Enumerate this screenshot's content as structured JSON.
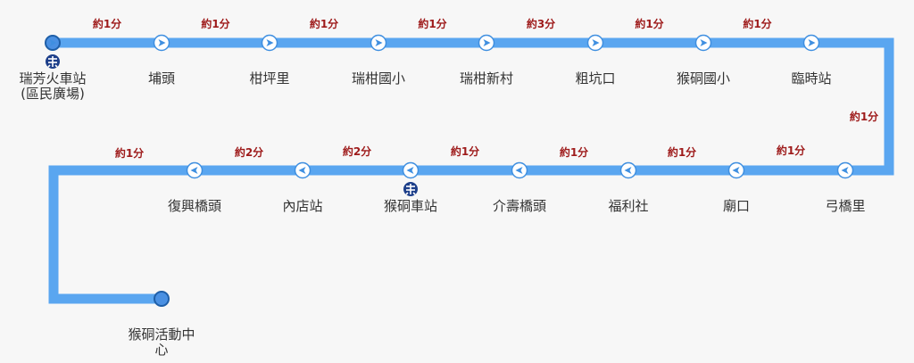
{
  "colors": {
    "route_line": "#5aa6f0",
    "node_fill": "#ffffff",
    "node_stroke": "#3f8fe0",
    "terminal_fill": "#4a90e2",
    "terminal_stroke": "#1f5fa8",
    "time_text": "#9e1b1b",
    "stop_text": "#333333",
    "train_icon": "#1d3f8a"
  },
  "stops": [
    {
      "name": "瑞芳火車站\n(區民廣場)",
      "type": "terminal",
      "direction": "right",
      "train_station": true
    },
    {
      "name": "埔頭",
      "type": "stop",
      "direction": "right"
    },
    {
      "name": "柑坪里",
      "type": "stop",
      "direction": "right"
    },
    {
      "name": "瑞柑國小",
      "type": "stop",
      "direction": "right"
    },
    {
      "name": "瑞柑新村",
      "type": "stop",
      "direction": "right"
    },
    {
      "name": "粗坑口",
      "type": "stop",
      "direction": "right"
    },
    {
      "name": "猴硐國小",
      "type": "stop",
      "direction": "right"
    },
    {
      "name": "臨時站",
      "type": "stop",
      "direction": "right"
    },
    {
      "name": "弓橋里",
      "type": "stop",
      "direction": "left"
    },
    {
      "name": "廟口",
      "type": "stop",
      "direction": "left"
    },
    {
      "name": "福利社",
      "type": "stop",
      "direction": "left"
    },
    {
      "name": "介壽橋頭",
      "type": "stop",
      "direction": "left"
    },
    {
      "name": "猴硐車站",
      "type": "stop",
      "direction": "left",
      "train_station": true
    },
    {
      "name": "內店站",
      "type": "stop",
      "direction": "left"
    },
    {
      "name": "復興橋頭",
      "type": "stop",
      "direction": "left"
    },
    {
      "name": "猴硐活動中\n心",
      "type": "terminal",
      "direction": "none"
    }
  ],
  "segment_times": [
    "約1分",
    "約1分",
    "約1分",
    "約1分",
    "約3分",
    "約1分",
    "約1分",
    "約1分",
    "約1分",
    "約1分",
    "約1分",
    "約1分",
    "約2分",
    "約2分",
    "約1分"
  ]
}
